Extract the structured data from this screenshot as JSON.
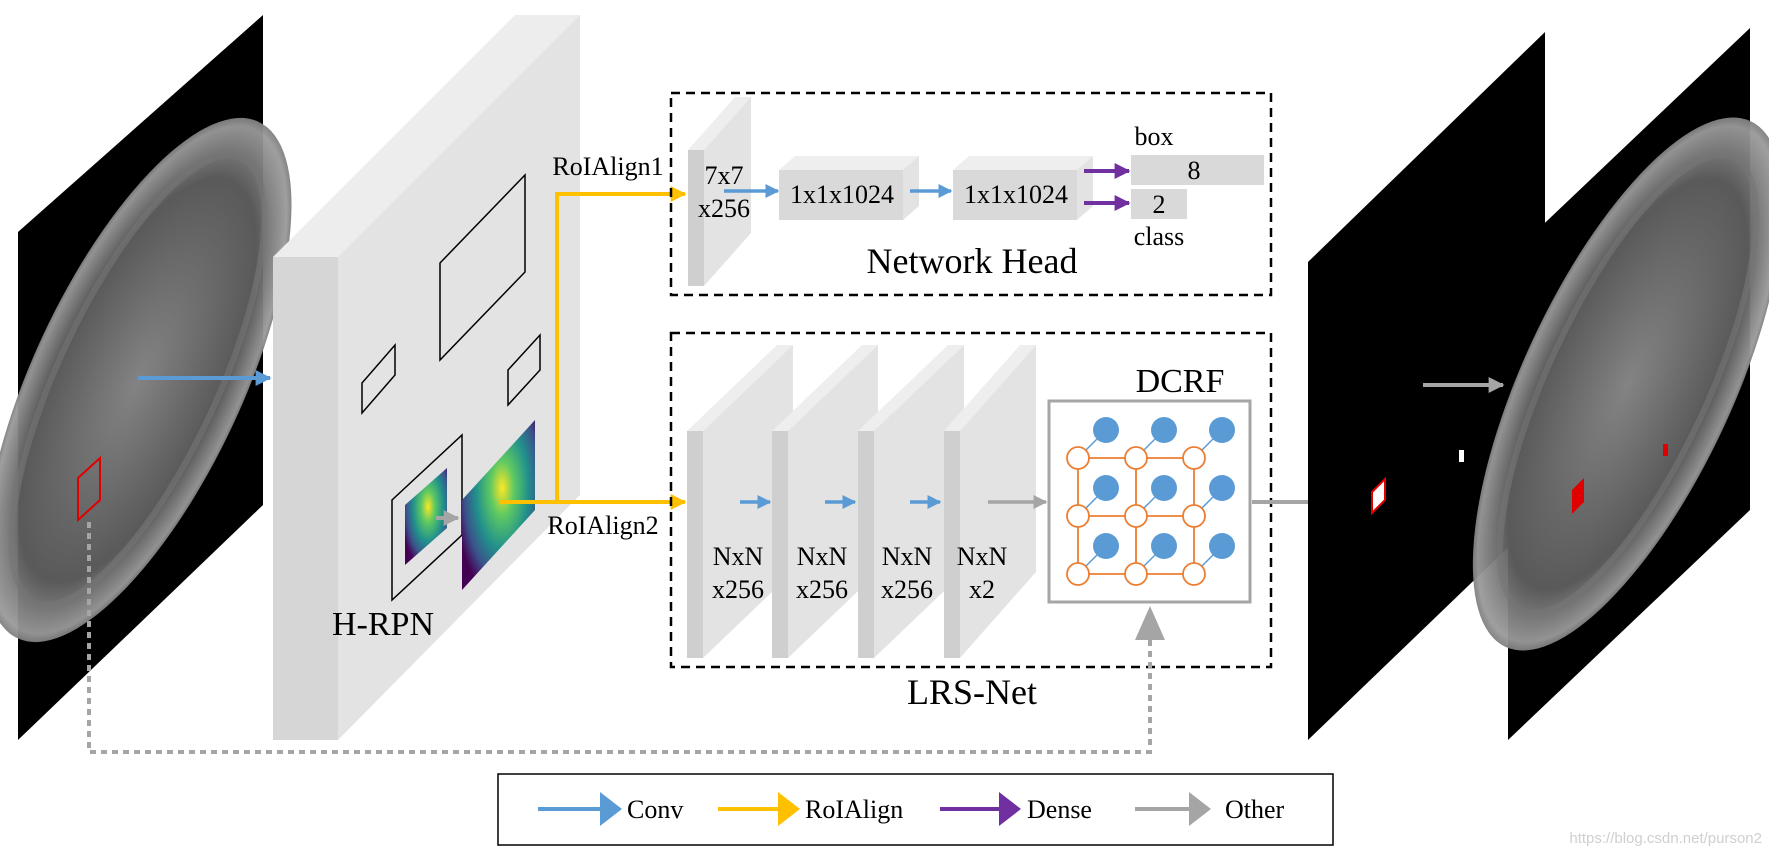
{
  "network_head": {
    "roialign1_label": "RoIAlign1",
    "roi_block_line1": "7x7",
    "roi_block_line2": "x256",
    "fc1_label": "1x1x1024",
    "fc2_label": "1x1x1024",
    "box_label": "box",
    "box_value": "8",
    "class_value": "2",
    "class_label": "class",
    "title": "Network Head"
  },
  "hrpn": {
    "label": "H-RPN",
    "roialign2_label": "RoIAlign2"
  },
  "lrs_net": {
    "title": "LRS-Net",
    "blocks": [
      {
        "line1": "NxN",
        "line2": "x256"
      },
      {
        "line1": "NxN",
        "line2": "x256"
      },
      {
        "line1": "NxN",
        "line2": "x256"
      },
      {
        "line1": "NxN",
        "line2": "x2"
      }
    ],
    "dcrf_label": "DCRF"
  },
  "legend": {
    "items": [
      {
        "label": "Conv",
        "color": "#5b9bd5"
      },
      {
        "label": "RoIAlign",
        "color": "#ffc000"
      },
      {
        "label": "Dense",
        "color": "#7030a0"
      },
      {
        "label": "Other",
        "color": "#a5a5a5"
      }
    ]
  },
  "watermark": "https://blog.csdn.net/purson2",
  "colors": {
    "conv": "#5b9bd5",
    "roialign": "#ffc000",
    "dense": "#7030a0",
    "other": "#a5a5a5",
    "block_front": "#d9d9d9",
    "block_side": "#eeeeee",
    "dcrf_node_outline": "#ed7d31"
  }
}
